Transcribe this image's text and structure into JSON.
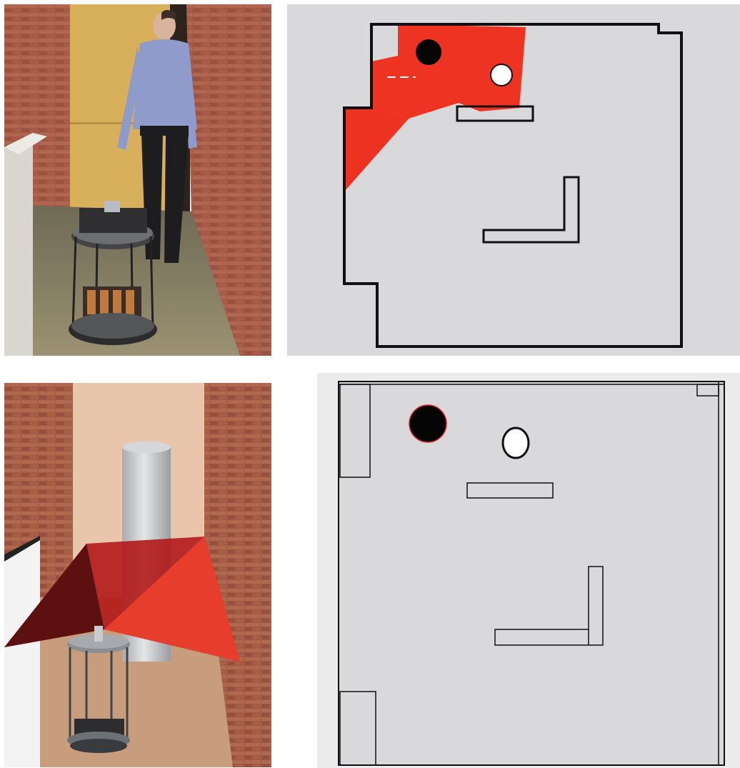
{
  "panels": [
    {
      "id": "photo-real",
      "kind": "photo",
      "subject": "person-and-robot-in-brick-corridor"
    },
    {
      "id": "map-occ",
      "kind": "occupancy-map",
      "subject": "laser-scan-map"
    },
    {
      "id": "photo-sim",
      "kind": "render",
      "subject": "simulated-robot-with-laser-fan"
    },
    {
      "id": "map-sim",
      "kind": "floorplan",
      "subject": "simulated-environment-map"
    }
  ],
  "colors": {
    "brick": "#a35a45",
    "brick_dark": "#7a3a2b",
    "door": "#d8b05c",
    "floor_real": "#8c8366",
    "map_bg": "#d9d9db",
    "map_outer": "#dedee0",
    "laser": "#ee3322",
    "wall_line": "#111111",
    "sim_wall": "#e9c6ab",
    "sim_floor": "#c79d7e",
    "cylinder": "#c7c9cc",
    "robot_metal": "#8a8d92"
  }
}
